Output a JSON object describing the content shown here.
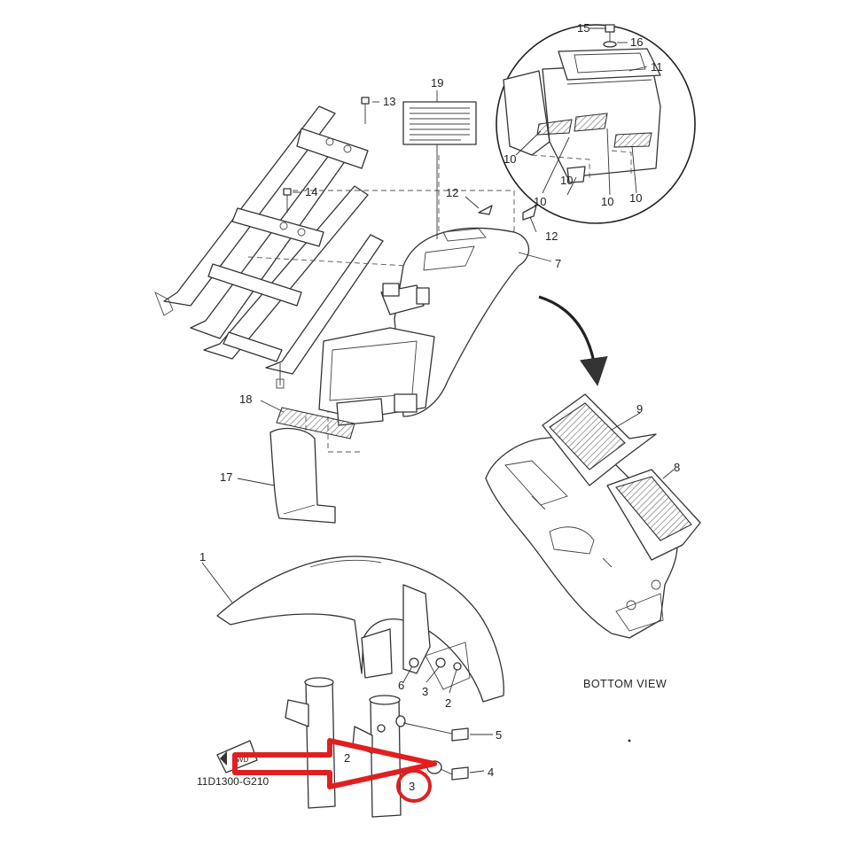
{
  "diagram": {
    "drawing_code": "11D1300-G210",
    "view_label": "BOTTOM VIEW",
    "fwd_label": "FWD",
    "highlight_color": "#e02020",
    "callouts": [
      {
        "id": "c1",
        "label": "1"
      },
      {
        "id": "c2a",
        "label": "2"
      },
      {
        "id": "c2b",
        "label": "2"
      },
      {
        "id": "c3a",
        "label": "3"
      },
      {
        "id": "c3b",
        "label": "3"
      },
      {
        "id": "c4",
        "label": "4"
      },
      {
        "id": "c5",
        "label": "5"
      },
      {
        "id": "c6",
        "label": "6"
      },
      {
        "id": "c7",
        "label": "7"
      },
      {
        "id": "c8",
        "label": "8"
      },
      {
        "id": "c9",
        "label": "9"
      },
      {
        "id": "c10a",
        "label": "10"
      },
      {
        "id": "c10b",
        "label": "10"
      },
      {
        "id": "c10c",
        "label": "10"
      },
      {
        "id": "c10d",
        "label": "10"
      },
      {
        "id": "c10e",
        "label": "10"
      },
      {
        "id": "c11",
        "label": "11"
      },
      {
        "id": "c12a",
        "label": "12"
      },
      {
        "id": "c12b",
        "label": "12"
      },
      {
        "id": "c13",
        "label": "13"
      },
      {
        "id": "c14",
        "label": "14"
      },
      {
        "id": "c15",
        "label": "15"
      },
      {
        "id": "c16",
        "label": "16"
      },
      {
        "id": "c17",
        "label": "17"
      },
      {
        "id": "c18",
        "label": "18"
      },
      {
        "id": "c19",
        "label": "19"
      }
    ]
  }
}
